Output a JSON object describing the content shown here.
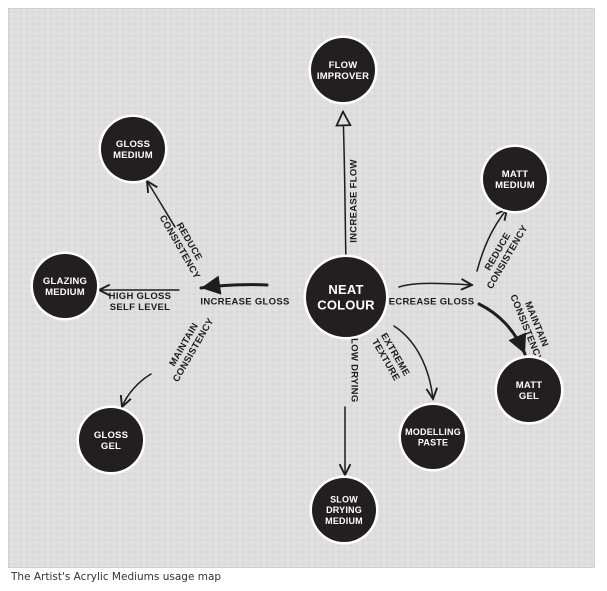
{
  "colors": {
    "background": "#dedede",
    "node_fill": "#231f20",
    "node_ring": "#ffffff",
    "ink": "#1d1d1d"
  },
  "nodes": {
    "neat": [
      "NEAT",
      "COLOUR"
    ],
    "flow": [
      "FLOW",
      "IMPROVER"
    ],
    "gloss_med": [
      "GLOSS",
      "MEDIUM"
    ],
    "matt_med": [
      "MATT",
      "MEDIUM"
    ],
    "glazing": [
      "GLAZING",
      "MEDIUM"
    ],
    "gloss_gel": [
      "GLOSS",
      "GEL"
    ],
    "matt_gel": [
      "MATT",
      "GEL"
    ],
    "modelling": [
      "MODELLING",
      "PASTE"
    ],
    "slow": [
      "SLOW",
      "DRYING",
      "MEDIUM"
    ]
  },
  "edges": {
    "increase_flow": [
      "INCREASE FLOW"
    ],
    "increase_gloss": [
      "INCREASE GLOSS"
    ],
    "decrease_gloss": [
      "DECREASE GLOSS"
    ],
    "slow_drying": [
      "SLOW DRYING"
    ],
    "extreme_texture": [
      "EXTREME",
      "TEXTURE"
    ],
    "reduce_consistency_left": [
      "REDUCE",
      "CONSISTENCY"
    ],
    "high_gloss": [
      "HIGH GLOSS",
      "SELF LEVEL"
    ],
    "maintain_consistency_left": [
      "MAINTAIN",
      "CONSISTENCY"
    ],
    "reduce_consistency_right": [
      "REDUCE",
      "CONSISTENCY"
    ],
    "maintain_consistency_right": [
      "MAINTAIN",
      "CONSISTENCY"
    ]
  },
  "caption": "The Artist's Acrylic Mediums usage map"
}
